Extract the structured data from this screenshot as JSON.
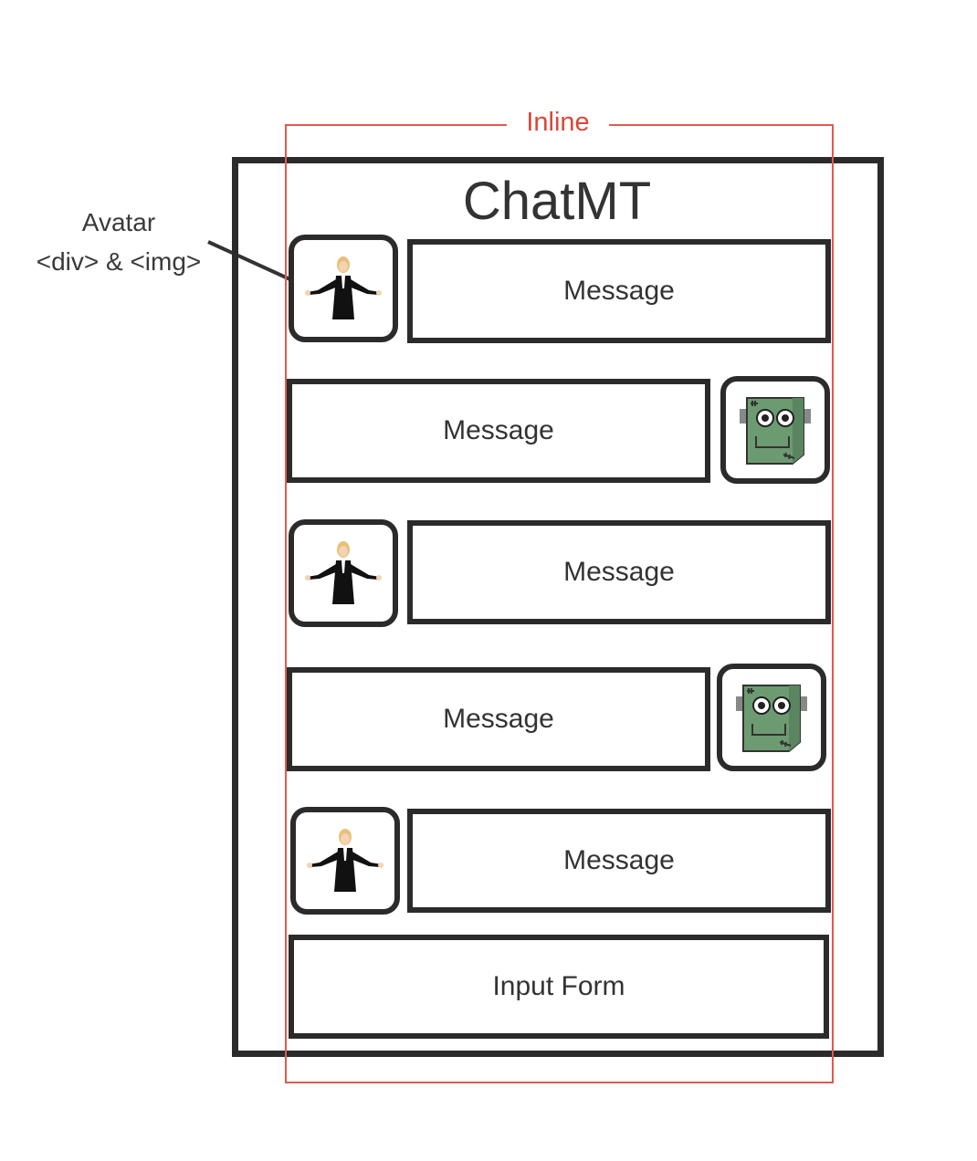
{
  "annotation": {
    "line1": "Avatar",
    "line2": "<div> & <img>"
  },
  "inline_label": "Inline",
  "app_title": "ChatMT",
  "messages": [
    {
      "label": "Message",
      "sender": "user"
    },
    {
      "label": "Message",
      "sender": "bot"
    },
    {
      "label": "Message",
      "sender": "user"
    },
    {
      "label": "Message",
      "sender": "bot"
    },
    {
      "label": "Message",
      "sender": "user"
    }
  ],
  "input_form": "Input Form",
  "colors": {
    "frame": "#2b2b2b",
    "inline_accent": "#d9473a",
    "bot_green": "#6d9b71"
  },
  "icons": {
    "user_avatar": "businesswoman-avatar",
    "bot_avatar": "frankenstein-robot-avatar"
  }
}
